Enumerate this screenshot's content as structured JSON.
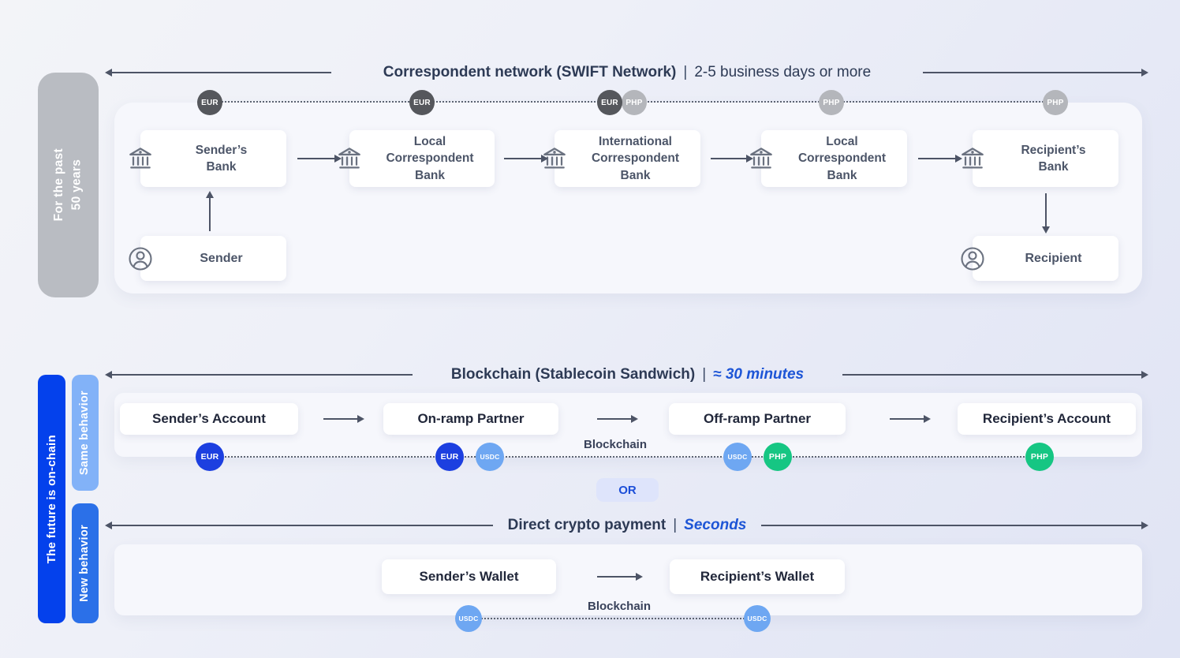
{
  "colors": {
    "accent_blue": "#1d55d6",
    "eur_badge": "#1c3fe0",
    "usdc_badge": "#6ea7f2",
    "php_badge": "#16c683",
    "dark_gray_badge": "#55575c",
    "light_gray_badge": "#b4b6bb",
    "past_bar": "#b9bcc2",
    "future_bar": "#0441ec",
    "same_bar": "#82b2f8",
    "new_bar": "#2b70e8"
  },
  "legacy": {
    "header": {
      "title": "Correspondent network (SWIFT Network)",
      "sep": "|",
      "duration": "2-5 business days or more"
    },
    "side_label": {
      "line1": "For the past",
      "line2": "50 years"
    },
    "badges": [
      "EUR",
      "EUR",
      "EUR",
      "PHP",
      "PHP",
      "PHP"
    ],
    "banks": [
      [
        "Sender’s",
        "Bank"
      ],
      [
        "Local",
        "Correspondent",
        "Bank"
      ],
      [
        "International",
        "Correspondent",
        "Bank"
      ],
      [
        "Local",
        "Correspondent",
        "Bank"
      ],
      [
        "Recipient’s",
        "Bank"
      ]
    ],
    "sender": "Sender",
    "recipient": "Recipient"
  },
  "stablecoin": {
    "header": {
      "title": "Blockchain (Stablecoin Sandwich)",
      "sep": "|",
      "duration": "≈ 30 minutes"
    },
    "nodes": [
      "Sender’s Account",
      "On-ramp Partner",
      "Off-ramp Partner",
      "Recipient’s Account"
    ],
    "blockchain_label": "Blockchain",
    "badges": [
      "EUR",
      "EUR",
      "USDC",
      "USDC",
      "PHP",
      "PHP"
    ]
  },
  "or_label": "OR",
  "direct": {
    "header": {
      "title": "Direct crypto payment",
      "sep": "|",
      "duration": "Seconds"
    },
    "nodes": [
      "Sender’s Wallet",
      "Recipient’s Wallet"
    ],
    "blockchain_label": "Blockchain",
    "badges": [
      "USDC",
      "USDC"
    ]
  },
  "bars": {
    "future": "The future is on-chain",
    "same": "Same behavior",
    "new": "New behavior"
  }
}
